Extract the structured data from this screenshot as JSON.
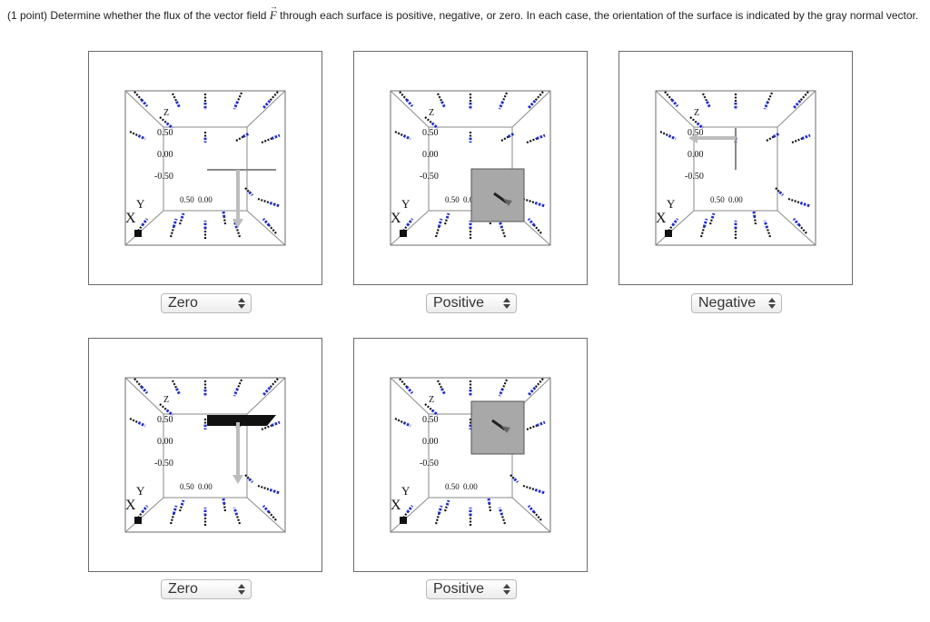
{
  "question": {
    "points": "(1 point)",
    "text_before": " Determine whether the flux of the vector field ",
    "field_symbol": "F",
    "text_after": " through each surface is positive, negative, or zero. In each case, the orientation of the surface is indicated by the gray normal vector."
  },
  "axis_labels": {
    "z": "Z",
    "x": "X",
    "y": "Y",
    "tick_top": "0.50",
    "tick_mid": "0.00",
    "tick_bot": "-0.50"
  },
  "panels": [
    {
      "id": 1,
      "surface": "horizontal-plane",
      "normal": "down",
      "answer": "Zero"
    },
    {
      "id": 2,
      "surface": "front-square",
      "normal": "out",
      "answer": "Positive"
    },
    {
      "id": 3,
      "surface": "vertical-plane",
      "normal": "left",
      "answer": "Negative"
    },
    {
      "id": 4,
      "surface": "horizontal-plane-shaded",
      "normal": "down",
      "answer": "Zero"
    },
    {
      "id": 5,
      "surface": "front-square-high",
      "normal": "out",
      "answer": "Positive"
    }
  ],
  "colors": {
    "field_arrow": "#1f2bd0",
    "field_shaft": "#111111",
    "surface": "#a8a8a8",
    "normal": "#bdbdbd",
    "frame": "#6b6b6b"
  }
}
